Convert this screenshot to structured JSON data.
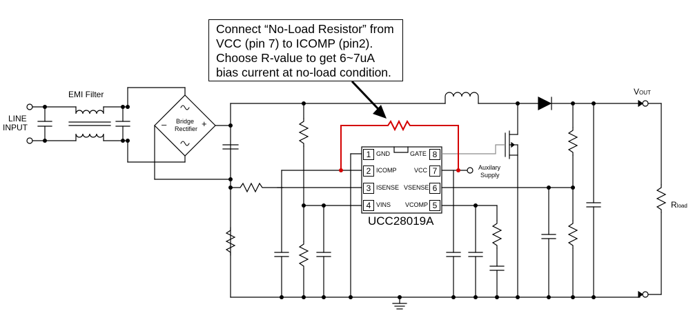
{
  "callout": {
    "lines": [
      "Connect “No-Load Resistor” from",
      "VCC (pin 7) to ICOMP (pin2).",
      "Choose R-value to get 6~7uA",
      "bias current at no-load condition."
    ]
  },
  "labels": {
    "emi_filter": "EMI Filter",
    "line_input_1": "LINE",
    "line_input_2": "INPUT",
    "bridge_1": "Bridge",
    "bridge_2": "Rectifier",
    "bridge_minus": "–",
    "bridge_plus": "+",
    "vout_main": "V",
    "vout_sub": "OUT",
    "rload_main": "R",
    "rload_sub": "load",
    "aux_1": "Auxilary",
    "aux_2": "Supply",
    "chip_name": "UCC28019A"
  },
  "pins": [
    {
      "num": "1",
      "name": "GND"
    },
    {
      "num": "2",
      "name": "ICOMP"
    },
    {
      "num": "3",
      "name": "ISENSE"
    },
    {
      "num": "4",
      "name": "VINS"
    },
    {
      "num": "8",
      "name": "GATE"
    },
    {
      "num": "7",
      "name": "VCC"
    },
    {
      "num": "6",
      "name": "VSENSE"
    },
    {
      "num": "5",
      "name": "VCOMP"
    }
  ],
  "colors": {
    "wire": "#000000",
    "highlight": "#d40000",
    "gate_wire": "#8a8a8a"
  }
}
